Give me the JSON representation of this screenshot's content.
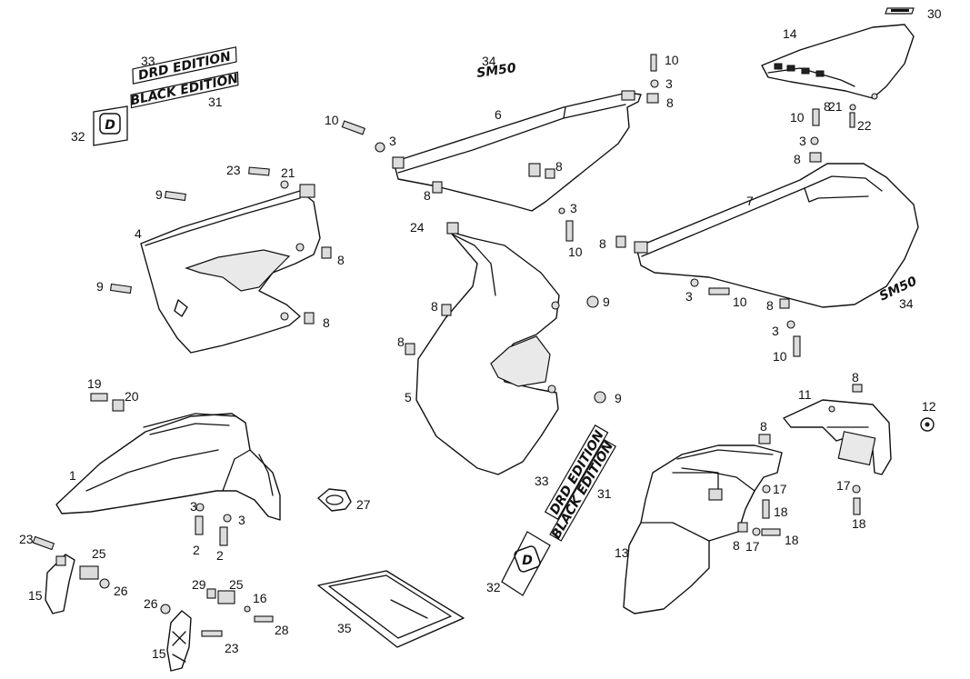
{
  "callouts": {
    "c1": "1",
    "c2a": "2",
    "c2b": "2",
    "c3a": "3",
    "c3b": "3",
    "c3c": "3",
    "c3d": "3",
    "c3e": "3",
    "c3f": "3",
    "c3g": "3",
    "c3h": "3",
    "c4": "4",
    "c5": "5",
    "c6": "6",
    "c7": "7",
    "c8a": "8",
    "c8b": "8",
    "c8c": "8",
    "c8d": "8",
    "c8e": "8",
    "c8f": "8",
    "c8g": "8",
    "c8h": "8",
    "c8i": "8",
    "c8j": "8",
    "c8k": "8",
    "c8l": "8",
    "c8m": "8",
    "c8n": "8",
    "c9a": "9",
    "c9b": "9",
    "c9c": "9",
    "c9d": "9",
    "c10a": "10",
    "c10b": "10",
    "c10c": "10",
    "c10d": "10",
    "c10e": "10",
    "c10f": "10",
    "c11": "11",
    "c12": "12",
    "c13": "13",
    "c14": "14",
    "c15a": "15",
    "c15b": "15",
    "c16": "16",
    "c17a": "17",
    "c17b": "17",
    "c17c": "17",
    "c18a": "18",
    "c18b": "18",
    "c18c": "18",
    "c19": "19",
    "c20": "20",
    "c21a": "21",
    "c21b": "21",
    "c22": "22",
    "c23a": "23",
    "c23b": "23",
    "c23c": "23",
    "c24": "24",
    "c25a": "25",
    "c25b": "25",
    "c26a": "26",
    "c26b": "26",
    "c27": "27",
    "c28": "28",
    "c29": "29",
    "c30": "30",
    "c31a": "31",
    "c31b": "31",
    "c32a": "32",
    "c32b": "32",
    "c33a": "33",
    "c33b": "33",
    "c34a": "34",
    "c34b": "34",
    "c35": "35"
  },
  "decals": {
    "drd_edition": "DRD EDITION",
    "black_edition": "BLACK EDITION",
    "sm50": "SM50",
    "d_logo": "D"
  }
}
